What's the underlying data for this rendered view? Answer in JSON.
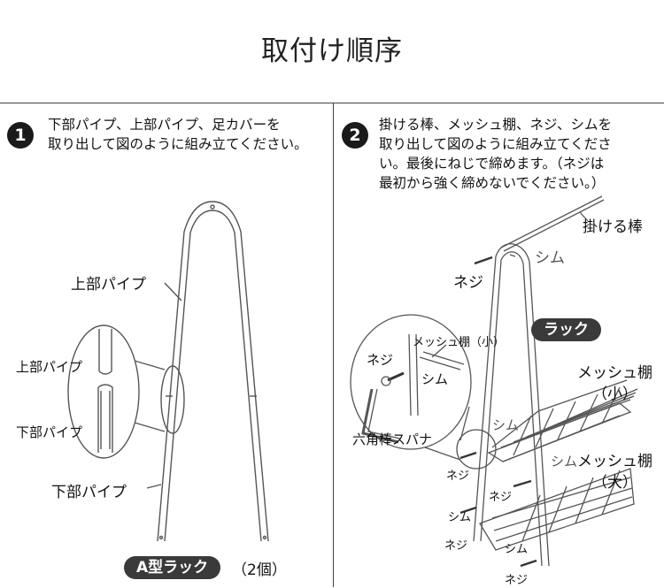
{
  "title": "取付け順序",
  "step1": {
    "number": "1",
    "instruction": "下部パイプ、上部パイプ、足カバーを\n取り出して図のように組み立てください。",
    "label_upper_pipe": "上部パイプ",
    "label_lower_pipe": "下部パイプ",
    "zoom_upper_pipe": "上部パイプ",
    "zoom_lower_pipe": "下部パイプ",
    "rack_badge": "A型ラック",
    "rack_count": "（2個）"
  },
  "step2": {
    "number": "2",
    "instruction": "掛ける棒、メッシュ棚、ネジ、シムを\n取り出して図のように組み立てくださ\nい。最後にねじで締めます。（ネジは\n最初から強く締めないでください。）",
    "label_hanging_bar": "掛ける棒",
    "label_shim_top": "シム",
    "label_screw_top": "ネジ",
    "rack_badge": "ラック",
    "label_mesh_small": "メッシュ棚\n（小）",
    "label_mesh_large": "メッシュ棚\n（大）",
    "zoom_screw": "ネジ",
    "zoom_mesh_small": "メッシュ棚（小）",
    "zoom_shim": "シム",
    "label_hex_wrench": "六角棒スパナ",
    "label_shim_mid": "シム",
    "label_screw_mid": "ネジ",
    "label_shim_mid2": "シム",
    "label_screw_mid2": "ネジ",
    "label_shim_low": "シム",
    "label_screw_low": "ネジ",
    "label_shim_bottom": "シム",
    "label_screw_bottom": "ネジ"
  }
}
